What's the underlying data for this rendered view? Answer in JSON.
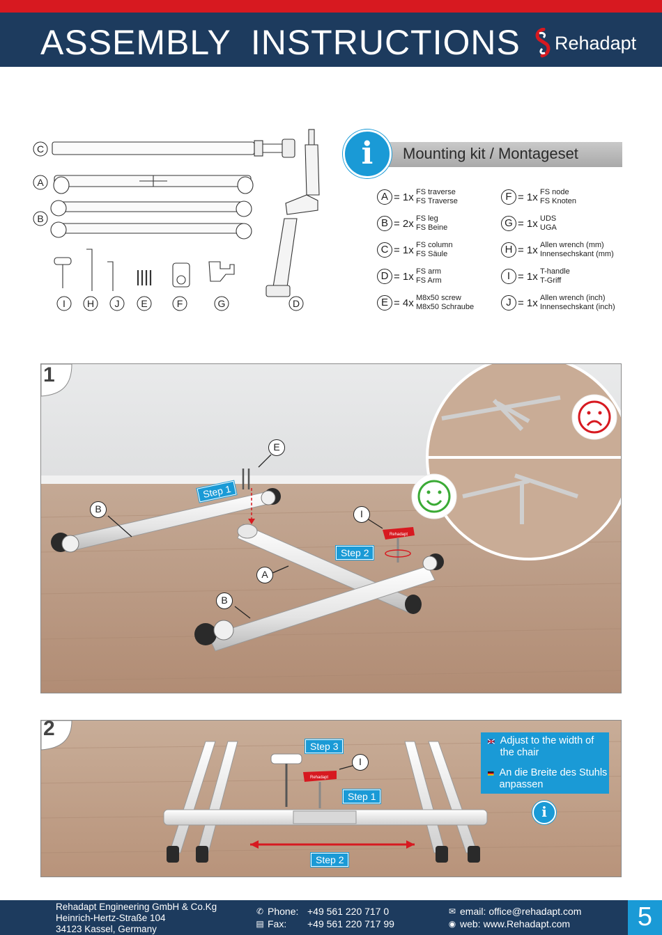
{
  "header": {
    "title": "ASSEMBLY INSTRUCTIONS",
    "brand": "Rehadapt"
  },
  "colors": {
    "header_bg": "#1d3b5e",
    "accent_red": "#d71920",
    "accent_blue": "#1a9ad6"
  },
  "parts_diagram": {
    "labels": {
      "c": "C",
      "a": "A",
      "b": "B",
      "i": "I",
      "h": "H",
      "j": "J",
      "e": "E",
      "f": "F",
      "g": "G",
      "d": "D"
    }
  },
  "mounting_kit": {
    "title": "Mounting kit / Montageset",
    "icon": "info-icon",
    "items": [
      {
        "letter": "A",
        "qty": "= 1x",
        "en": "FS traverse",
        "de": "FS Traverse"
      },
      {
        "letter": "B",
        "qty": "= 2x",
        "en": "FS leg",
        "de": "FS Beine"
      },
      {
        "letter": "C",
        "qty": "= 1x",
        "en": "FS column",
        "de": "FS Säule"
      },
      {
        "letter": "D",
        "qty": "= 1x",
        "en": "FS arm",
        "de": "FS Arm"
      },
      {
        "letter": "E",
        "qty": "= 4x",
        "en": "M8x50 screw",
        "de": "M8x50 Schraube"
      },
      {
        "letter": "F",
        "qty": "= 1x",
        "en": "FS node",
        "de": "FS Knoten"
      },
      {
        "letter": "G",
        "qty": "= 1x",
        "en": "UDS",
        "de": "UGA"
      },
      {
        "letter": "H",
        "qty": "= 1x",
        "en": "Allen wrench (mm)",
        "de": "Innensechskant (mm)"
      },
      {
        "letter": "I",
        "qty": "= 1x",
        "en": "T-handle",
        "de": "T-Griff"
      },
      {
        "letter": "J",
        "qty": "= 1x",
        "en": "Allen wrench (inch)",
        "de": "Innensechskant (inch)"
      }
    ]
  },
  "step1": {
    "number": "1",
    "labels": {
      "step1": "Step 1",
      "step2": "Step 2"
    },
    "callouts": {
      "e": "E",
      "b_left": "B",
      "i": "I",
      "a": "A",
      "b_front": "B"
    },
    "tool_brand": "Rehadapt",
    "icons": {
      "wrong": "sad-face-icon",
      "right": "happy-face-icon"
    }
  },
  "step2": {
    "number": "2",
    "labels": {
      "step3": "Step 3",
      "step1": "Step 1",
      "step2": "Step 2"
    },
    "callouts": {
      "i": "I"
    },
    "tool_brand": "Rehadapt",
    "note_en": "Adjust to the width of the chair",
    "note_de": "An die Breite des Stuhls anpassen",
    "icons": {
      "flag_en": "uk-flag-icon",
      "flag_de": "germany-flag-icon",
      "info": "info-icon"
    }
  },
  "footer": {
    "company": "Rehadapt Engineering GmbH & Co.Kg",
    "street": "Heinrich-Hertz-Straße 104",
    "city": "34123 Kassel, Germany",
    "phone_label": "Phone:",
    "phone": "+49 561 220 717 0",
    "fax_label": "Fax:",
    "fax": "+49 561 220 717 99",
    "email_label": "email:",
    "email": "office@rehadapt.com",
    "web_label": "web:",
    "web": "www.Rehadapt.com",
    "page": "5"
  }
}
